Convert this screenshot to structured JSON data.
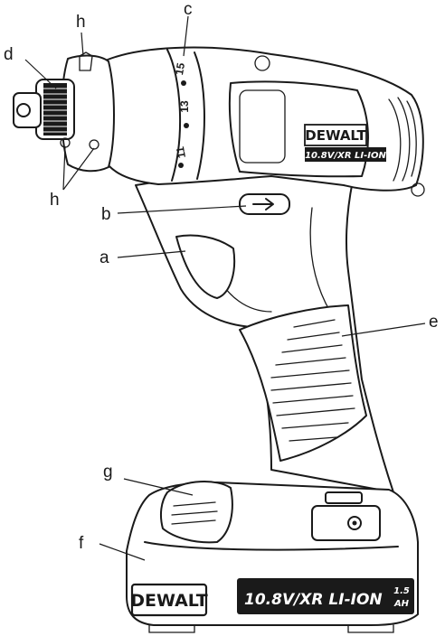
{
  "callouts": {
    "a": "a",
    "b": "b",
    "c": "c",
    "d": "d",
    "e": "e",
    "f": "f",
    "g": "g",
    "h_top": "h",
    "h_bottom": "h"
  },
  "dial": {
    "n11": "11",
    "n13": "13",
    "n15": "15"
  },
  "body_brand": "DEWALT",
  "body_spec": "10.8V/XR LI-ION",
  "battery": {
    "brand": "DEWALT",
    "spec": "10.8V/XR LI-ION",
    "capacity_top": "1.5",
    "capacity_bottom": "AH"
  }
}
